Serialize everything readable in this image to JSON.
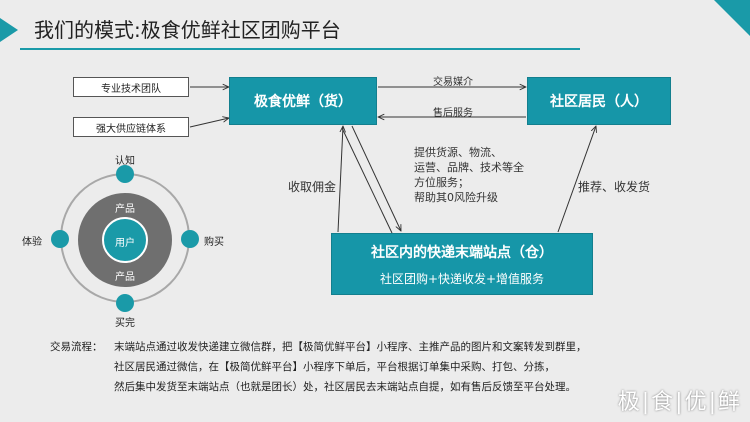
{
  "title": "我们的模式:极食优鲜社区团购平台",
  "left_boxes": {
    "team": "专业技术团队",
    "supply": "强大供应链体系"
  },
  "nodes": {
    "platform": "极食优鲜（货）",
    "residents": "社区居民（人）",
    "station": "社区内的快递末端站点（仓）",
    "station_sub": "社区团购+快递收发+增值服务"
  },
  "edges": {
    "trade_media": "交易媒介",
    "after_sales": "售后服务",
    "commission": "收取佣金",
    "recommend": "推荐、收发货",
    "services": [
      "提供货源、物流、",
      "运营、品牌、技术等全",
      "方位服务；",
      "帮助其0风险升级"
    ]
  },
  "cycle": {
    "center": "用户",
    "product_top": "产品",
    "product_bottom": "产品",
    "awareness": "认知",
    "buy": "购买",
    "finish": "买完",
    "experience": "体验"
  },
  "flow": {
    "key": "交易流程：",
    "lines": [
      "末端站点通过收发快递建立微信群，把【极简优鲜平台】小程序、主推产品的图片和文案转发到群里，",
      "社区居民通过微信，在【极简优鲜平台】小程序下单后，平台根据订单集中采购、打包、分拣，",
      "然后集中发货至末端站点（也就是团长）处，社区居民去末端站点自提，如有售后反馈至平台处理。"
    ]
  },
  "logo": "极|食|优|鲜",
  "colors": {
    "accent": "#1a9aa8",
    "box": "#1696a8",
    "ring_outer": "#a8a8a8",
    "ring_inner": "#6f6f6f"
  }
}
